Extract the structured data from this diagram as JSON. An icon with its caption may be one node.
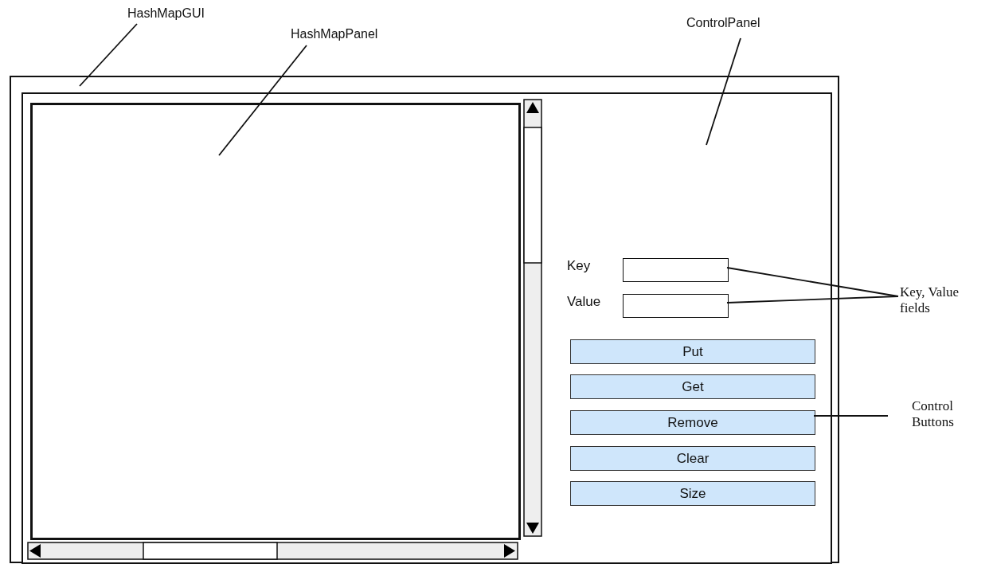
{
  "diagram": {
    "nodes": [
      {
        "text": [
          "HashMapGUI"
        ]
      },
      {
        "text": [
          "HashMapPanel"
        ]
      },
      {
        "text": [
          "ControlPanel"
        ]
      },
      {
        "text": [],
        "shape": "box"
      },
      {
        "text": [],
        "shape": "box",
        "in": 3
      },
      {
        "text": [],
        "shape": "box",
        "in": 4
      },
      {
        "text": [],
        "shape": "box",
        "in": 4
      },
      {
        "text": [],
        "shape": "box",
        "in": 4
      },
      {
        "text": [
          "Put"
        ],
        "in": 4
      },
      {
        "text": [
          "Get"
        ],
        "in": 4
      },
      {
        "text": [
          "Remove"
        ],
        "in": 4
      },
      {
        "text": [
          "Clear"
        ],
        "in": 4
      },
      {
        "text": [
          "Size"
        ],
        "in": 4
      },
      {
        "text": [
          "Key, Value fields"
        ]
      },
      {
        "text": [
          "Control Buttons"
        ]
      }
    ],
    "edges": [
      {
        "from": 0,
        "to": 3,
        "arrow": "none"
      },
      {
        "from": 1,
        "to": 5,
        "arrow": "none"
      },
      {
        "from": 2,
        "to": null,
        "arrow": "none"
      },
      {
        "from": 13,
        "to": 6,
        "arrow": "none"
      },
      {
        "from": 13,
        "to": 7,
        "arrow": "none"
      },
      {
        "from": 14,
        "to": 10,
        "arrow": "none"
      }
    ],
    "labels": [
      "Key",
      "Value"
    ]
  }
}
